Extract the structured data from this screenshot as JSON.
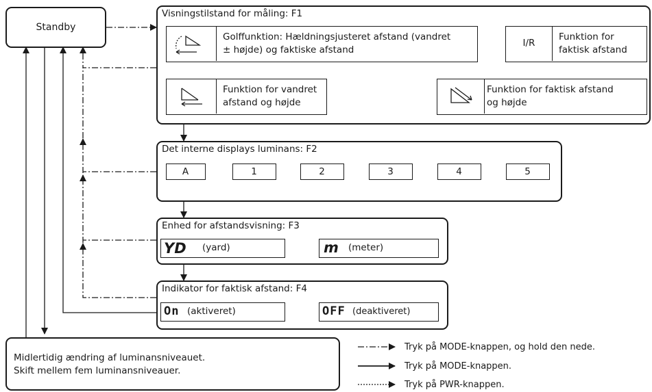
{
  "standby": {
    "label": "Standby"
  },
  "f1": {
    "title": "Visningstilstand for måling: F1",
    "golf_line1": "Golffunktion: Hældningsjusteret afstand (vandret",
    "golf_line2": "± højde) og faktiske afstand",
    "ir_label": "I/R",
    "actual_line1": "Funktion for",
    "actual_line2": "faktisk afstand",
    "horizontal_line1": "Funktion for vandret",
    "horizontal_line2": "afstand og højde",
    "actual_height_line1": "Funktion for faktisk afstand",
    "actual_height_line2": "og højde"
  },
  "f2": {
    "title": "Det interne displays luminans: F2",
    "levels": [
      "A",
      "1",
      "2",
      "3",
      "4",
      "5"
    ]
  },
  "f3": {
    "title": "Enhed for afstandsvisning: F3",
    "yard_symbol": "YD",
    "yard_label": "(yard)",
    "meter_symbol": "m",
    "meter_label": "(meter)"
  },
  "f4": {
    "title": "Indikator for faktisk afstand: F4",
    "on_symbol": "On",
    "on_label": "(aktiveret)",
    "off_symbol": "OFF",
    "off_label": "(deaktiveret)"
  },
  "bottom_box": {
    "line1": "Midlertidig ændring af luminansniveauet.",
    "line2": "Skift mellem fem luminansniveauer."
  },
  "legend": {
    "dashdot": "Tryk på MODE-knappen, og hold den nede.",
    "solid": "Tryk på MODE-knappen.",
    "dotted": "Tryk på PWR-knappen."
  },
  "colors": {
    "ink": "#1a1a1a",
    "background": "#ffffff"
  }
}
